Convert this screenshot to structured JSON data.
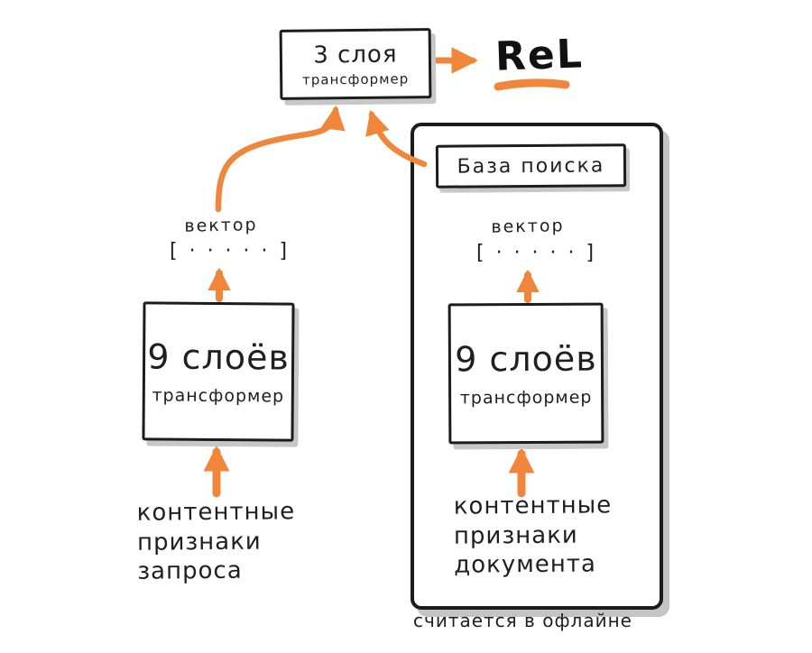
{
  "colors": {
    "accent_orange": "#F0863B",
    "ink": "#1c1c1c",
    "shadow_gray": "#c7c7c7",
    "background": "#ffffff"
  },
  "top_box": {
    "line1": "3 слоя",
    "line2": "трансформер"
  },
  "output_label": "ReL",
  "left_branch": {
    "vector_label": "вектор",
    "vector_dots": "[ · · · · · ]",
    "encoder": {
      "line1": "9 слоёв",
      "line2": "трансформер"
    },
    "input_label": "контентные\nпризнаки\nзапроса"
  },
  "right_branch": {
    "container_title": "База поиска",
    "vector_label": "вектор",
    "vector_dots": "[ · · · · · ]",
    "encoder": {
      "line1": "9 слоёв",
      "line2": "трансформер"
    },
    "input_label": "контентные\nпризнаки\nдокумента",
    "footnote": "считается в офлайне"
  }
}
